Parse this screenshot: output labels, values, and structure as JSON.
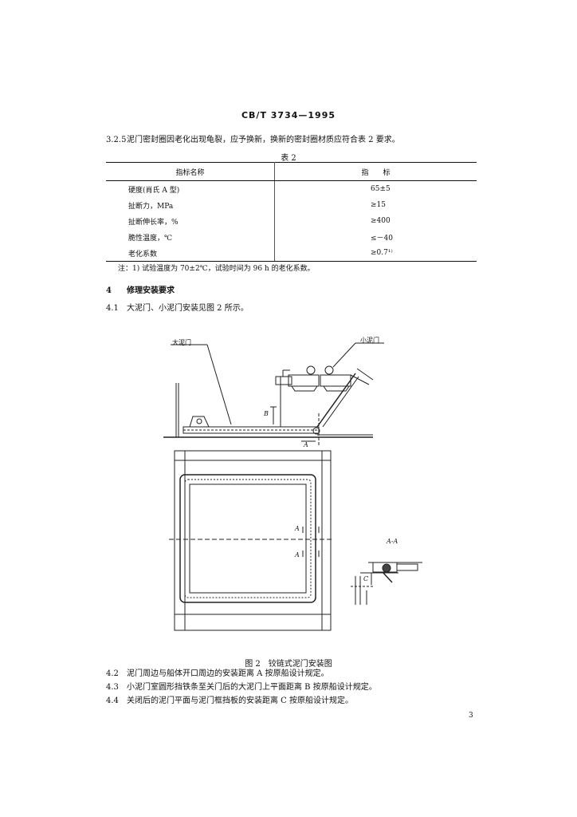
{
  "header": "CB/T 3734—1995",
  "p325": {
    "num": "3.2.5",
    "text": "泥门密封圈因老化出现龟裂，应予换新，换新的密封圈材质应符合表 2 要求。"
  },
  "table2": {
    "caption": "表 2",
    "headers": [
      "指标名称",
      "指　　标"
    ],
    "rows": [
      [
        "硬度(肖氏 A 型)",
        "65±5"
      ],
      [
        "扯断力，MPa",
        "≥15"
      ],
      [
        "扯断伸长率，%",
        "≥400"
      ],
      [
        "脆性温度，℃",
        "≤－40"
      ],
      [
        "老化系数",
        "≥0.7¹⁾"
      ]
    ],
    "note": "注：1) 试验温度为 70±2℃，试验时间为 96 h 的老化系数。"
  },
  "section4": {
    "num": "4",
    "title": "修理安装要求"
  },
  "p41": {
    "num": "4.1",
    "text": "大泥门、小泥门安装见图 2 所示。"
  },
  "figure": {
    "label_big_door": "大泥门",
    "label_small_door": "小泥门",
    "dim_A": "A",
    "dim_B": "B",
    "dim_C": "C",
    "section_mark": "A",
    "section_title": "A-A",
    "caption": "图 2　铰链式泥门安装图"
  },
  "p42": {
    "num": "4.2",
    "text": "泥门周边与船体开口周边的安装距离 A 按原船设计规定。"
  },
  "p43": {
    "num": "4.3",
    "text": "小泥门室圆形挡铁条至关门后的大泥门上平面距离 B 按原船设计规定。"
  },
  "p44": {
    "num": "4.4",
    "text": "关闭后的泥门平面与泥门框挡板的安装距离 C 按原船设计规定。"
  },
  "page_number": "3"
}
